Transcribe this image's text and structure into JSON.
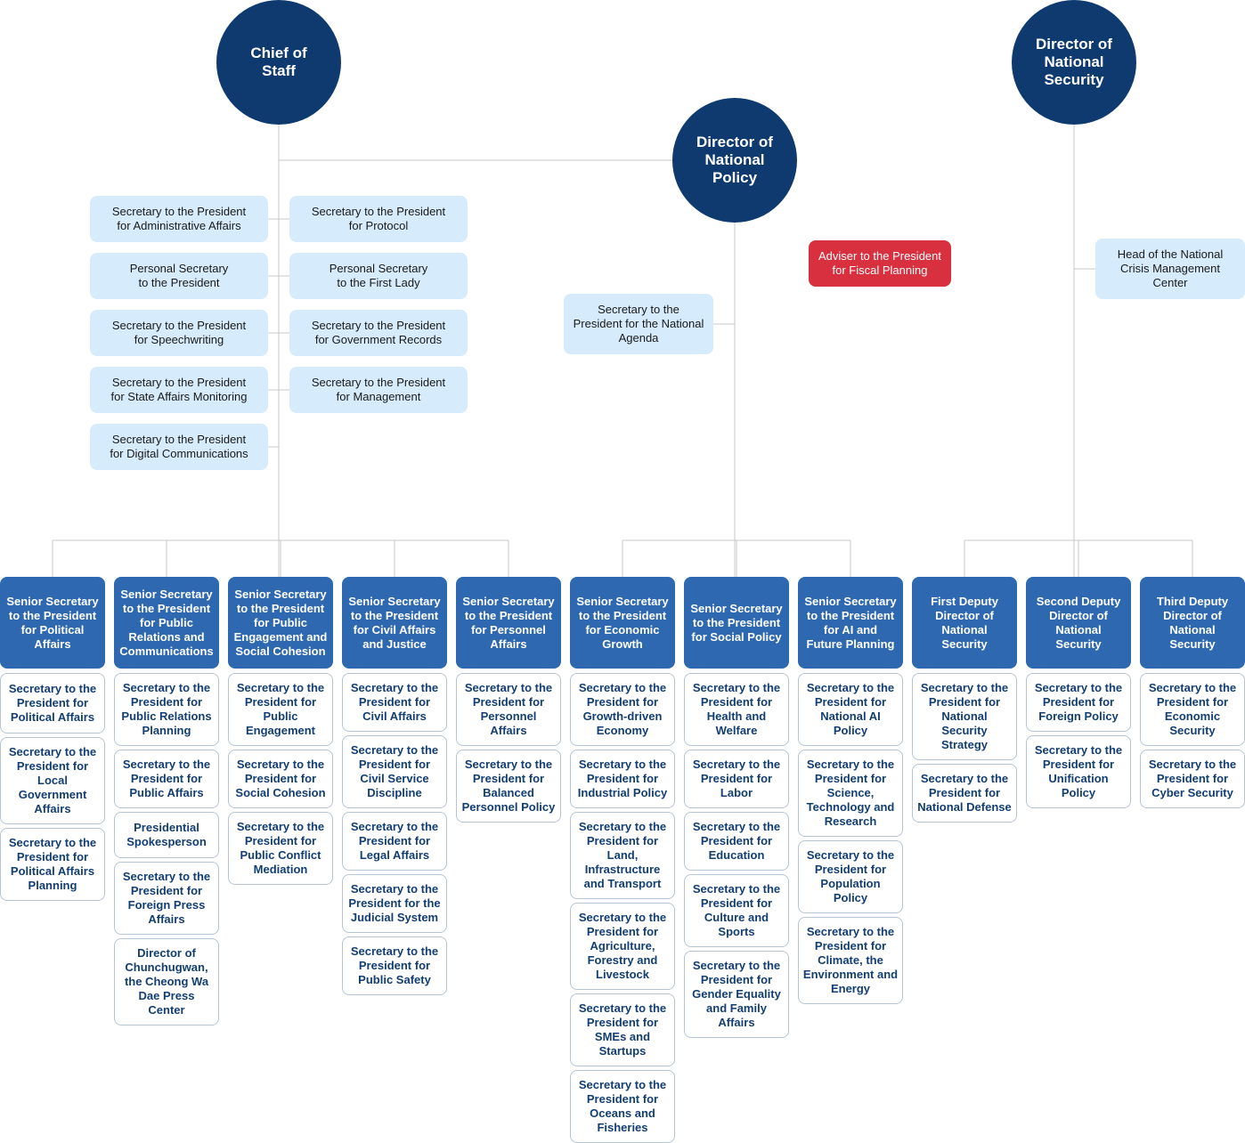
{
  "top": {
    "chief_of_staff": "Chief of\nStaff",
    "national_policy": "Director of\nNational\nPolicy",
    "national_security": "Director of\nNational\nSecurity"
  },
  "chief_secretaries": [
    "Secretary to the President\nfor Administrative Affairs",
    "Personal Secretary\nto the President",
    "Secretary to the President\nfor Speechwriting",
    "Secretary to the President\nfor State Affairs Monitoring",
    "Secretary to the President\nfor Digital Communications",
    "Secretary to the President\nfor Protocol",
    "Personal Secretary\nto the First Lady",
    "Secretary to the President\nfor Government Records",
    "Secretary to the President\nfor Management"
  ],
  "policy_secretary": "Secretary to the\nPresident for the National\nAgenda",
  "fiscal_adviser": "Adviser to the President\nfor Fiscal Planning",
  "crisis_center": "Head of the National\nCrisis Management\nCenter",
  "columns": [
    {
      "head": "Senior Secretary\nto the President\nfor Political\nAffairs",
      "items": [
        "Secretary to the\nPresident for\nPolitical Affairs",
        "Secretary to the\nPresident for\nLocal\nGovernment\nAffairs",
        "Secretary to the\nPresident for\nPolitical Affairs\nPlanning"
      ]
    },
    {
      "head": "Senior Secretary\nto the President\nfor Public\nRelations and\nCommunications",
      "items": [
        "Secretary to the\nPresident for\nPublic Relations\nPlanning",
        "Secretary to the\nPresident for\nPublic Affairs",
        "Presidential\nSpokesperson",
        "Secretary to the\nPresident for\nForeign Press\nAffairs",
        "Director of\nChunchugwan,\nthe Cheong Wa\nDae Press\nCenter"
      ]
    },
    {
      "head": "Senior Secretary\nto the President\nfor Public\nEngagement and\nSocial Cohesion",
      "items": [
        "Secretary to the\nPresident for\nPublic\nEngagement",
        "Secretary to the\nPresident for\nSocial Cohesion",
        "Secretary to the\nPresident for\nPublic Conflict\nMediation"
      ]
    },
    {
      "head": "Senior Secretary\nto the President\nfor Civil Affairs\nand Justice",
      "items": [
        "Secretary to the\nPresident for\nCivil Affairs",
        "Secretary to the\nPresident for\nCivil Service\nDiscipline",
        "Secretary to the\nPresident for\nLegal Affairs",
        "Secretary to the\nPresident for the\nJudicial System",
        "Secretary to the\nPresident for\nPublic Safety"
      ]
    },
    {
      "head": "Senior Secretary\nto the President\nfor Personnel\nAffairs",
      "items": [
        "Secretary to the\nPresident for\nPersonnel\nAffairs",
        "Secretary to the\nPresident for\nBalanced\nPersonnel Policy"
      ]
    },
    {
      "head": "Senior Secretary\nto the President\nfor Economic\nGrowth",
      "items": [
        "Secretary to the\nPresident for\nGrowth-driven\nEconomy",
        "Secretary to the\nPresident for\nIndustrial Policy",
        "Secretary to the\nPresident for\nLand,\nInfrastructure\nand Transport",
        "Secretary to the\nPresident for\nAgriculture,\nForestry and\nLivestock",
        "Secretary to the\nPresident for\nSMEs and\nStartups",
        "Secretary to the\nPresident for\nOceans and\nFisheries"
      ]
    },
    {
      "head": "Senior Secretary\nto the President\nfor Social Policy",
      "items": [
        "Secretary to the\nPresident for\nHealth and\nWelfare",
        "Secretary to the\nPresident for\nLabor",
        "Secretary to the\nPresident for\nEducation",
        "Secretary to the\nPresident for\nCulture and\nSports",
        "Secretary to the\nPresident for\nGender Equality\nand Family\nAffairs"
      ]
    },
    {
      "head": "Senior Secretary\nto the President\nfor AI and\nFuture Planning",
      "items": [
        "Secretary to the\nPresident for\nNational AI\nPolicy",
        "Secretary to the\nPresident for\nScience,\nTechnology and\nResearch",
        "Secretary to the\nPresident for\nPopulation\nPolicy",
        "Secretary to the\nPresident for\nClimate, the\nEnvironment and\nEnergy"
      ]
    },
    {
      "head": "First Deputy\nDirector of\nNational\nSecurity",
      "items": [
        "Secretary to the\nPresident for\nNational\nSecurity\nStrategy",
        "Secretary to the\nPresident for\nNational Defense"
      ]
    },
    {
      "head": "Second Deputy\nDirector of\nNational\nSecurity",
      "items": [
        "Secretary to the\nPresident for\nForeign Policy",
        "Secretary to the\nPresident for\nUnification\nPolicy"
      ]
    },
    {
      "head": "Third Deputy\nDirector of\nNational\nSecurity",
      "items": [
        "Secretary to the\nPresident for\nEconomic\nSecurity",
        "Secretary to the\nPresident for\nCyber Security"
      ]
    }
  ],
  "colors": {
    "circle": "#0e3a70",
    "head": "#2e68b0",
    "pill": "#d6ebfb",
    "adviser": "#d9303f",
    "sub_text": "#123e72",
    "line": "#c8c8c8"
  }
}
